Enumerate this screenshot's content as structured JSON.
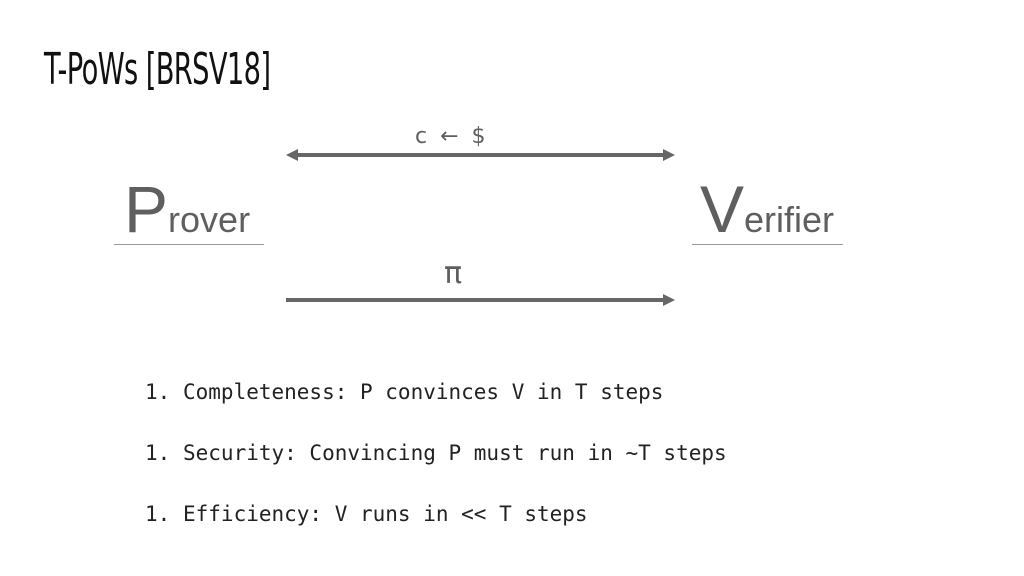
{
  "slide": {
    "title": "T-PoWs [BRSV18]"
  },
  "parties": {
    "prover": {
      "initial": "P",
      "rest": "rover"
    },
    "verifier": {
      "initial": "V",
      "rest": "erifier"
    }
  },
  "messages": {
    "challenge": "c ← $",
    "proof": "π"
  },
  "colors": {
    "arrow": "#666666",
    "party_text": "#5f5f5f",
    "title": "#111111",
    "body_text": "#222222"
  },
  "properties": [
    {
      "number": "1.",
      "text": "Completeness: P convinces V in T steps"
    },
    {
      "number": "1.",
      "text": "Security: Convincing P must run in ~T steps"
    },
    {
      "number": "1.",
      "text": "Efficiency: V runs in << T steps"
    }
  ]
}
